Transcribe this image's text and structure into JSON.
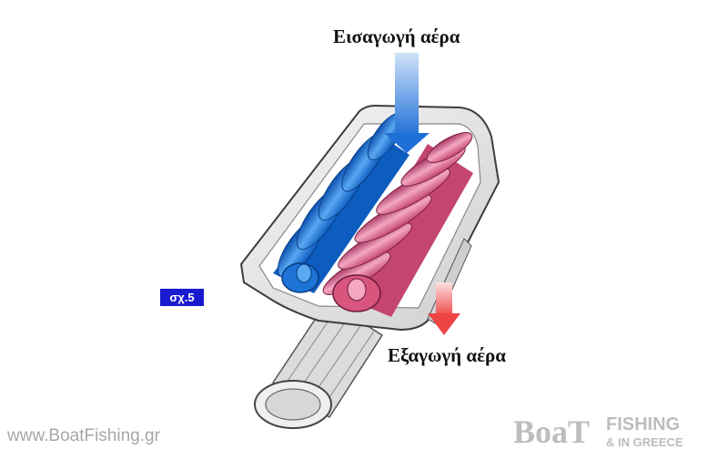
{
  "labels": {
    "air_inlet": "Εισαγωγή αέρα",
    "air_outlet": "Εξαγωγή αέρα",
    "figure_number": "σχ.5"
  },
  "watermark": {
    "site": "www.BoatFishing.gr",
    "logo_main": "BoaT",
    "logo_fishing": "FISHING",
    "logo_sub": "& IN GREECE"
  },
  "colors": {
    "inlet_arrow": "#1f6fd8",
    "outlet_arrow": "#ee4444",
    "male_rotor": "#1e73d6",
    "female_rotor": "#d8557e",
    "casing": "#e9e9e9",
    "badge": "#1a1ad0"
  },
  "icons": [
    "inlet-arrow-icon",
    "outlet-arrow-icon"
  ]
}
